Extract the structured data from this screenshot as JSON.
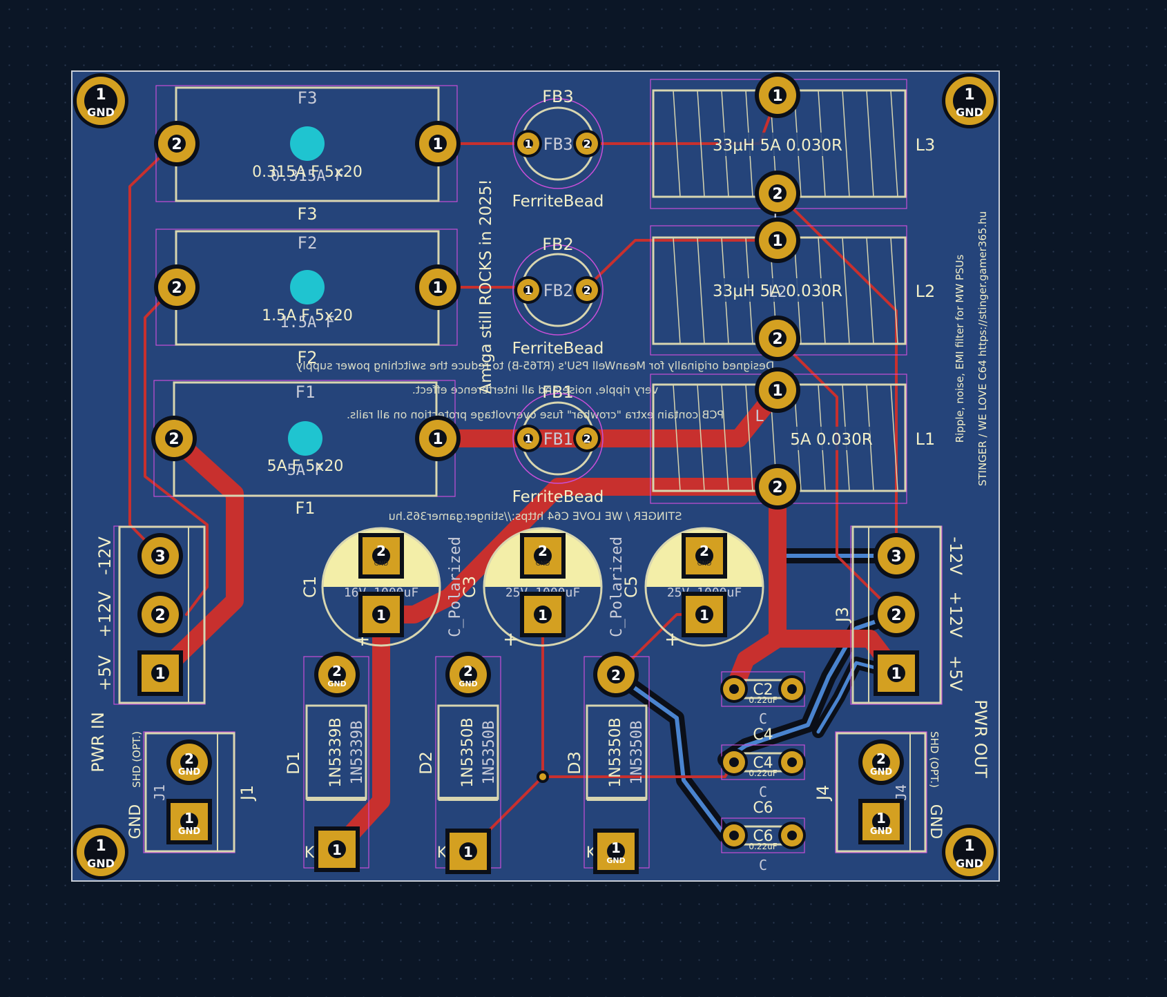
{
  "colors": {
    "background": "#0b1626",
    "board": "#25447a",
    "copper_top": "#c8302e",
    "copper_bottom": "#4a84cf",
    "pad": "#d4a021",
    "silkscreen": "#f2efc8",
    "courtyard": "#c84fd8",
    "capacitor_body": "#f3eea8",
    "fuse_hole": "#1fc4d0"
  },
  "fuses": [
    {
      "ref": "F3",
      "value": "0.315A F 5x20",
      "fab_value": "0.315A F",
      "pin1": "1",
      "pin2": "2"
    },
    {
      "ref": "F2",
      "value": "1.5A F 5x20",
      "fab_value": "1.5A F",
      "pin1": "1",
      "pin2": "2"
    },
    {
      "ref": "F1",
      "value": "5A F 5x20",
      "fab_value": "5A F",
      "pin1": "1",
      "pin2": "2"
    }
  ],
  "ferrite_beads": [
    {
      "ref": "FB3",
      "value": "FerriteBead",
      "pin1": "1",
      "pin2": "2"
    },
    {
      "ref": "FB2",
      "value": "FerriteBead",
      "pin1": "1",
      "pin2": "2"
    },
    {
      "ref": "FB1",
      "value": "FerriteBead",
      "pin1": "1",
      "pin2": "2"
    }
  ],
  "inductors": [
    {
      "ref": "L3",
      "value": "33µH 5A 0.030R",
      "fab_ref": "L",
      "pin1": "1",
      "pin2": "2"
    },
    {
      "ref": "L2",
      "value": "33µH 5A 0.030R",
      "fab_ref": "L2",
      "pin1": "1",
      "pin2": "2"
    },
    {
      "ref": "L1",
      "value": "5A 0.030R",
      "fab_ref": "L",
      "pin1": "1",
      "pin2": "2"
    }
  ],
  "capacitors": [
    {
      "ref": "C1",
      "value": "16V 1000uF",
      "footprint": "C_Polarized",
      "plus": "+",
      "pin1": "1",
      "pin2": "2",
      "pin2_net": "GND"
    },
    {
      "ref": "C3",
      "value": "25V 1000uF",
      "footprint": "C_Polarized",
      "plus": "+",
      "pin1": "1",
      "pin2": "2",
      "pin2_net": "GND"
    },
    {
      "ref": "C5",
      "value": "25V 1000uF",
      "footprint": "C_Polarized",
      "plus": "+",
      "pin1": "1",
      "pin2": "2",
      "pin2_net": "GND"
    }
  ],
  "small_caps": [
    {
      "ref": "C2",
      "value": "0.22uF",
      "fab": "C"
    },
    {
      "ref": "C4",
      "value": "0.22uF",
      "fab": "C"
    },
    {
      "ref": "C6",
      "value": "0.22uF",
      "fab": "C"
    }
  ],
  "diodes": [
    {
      "ref": "D1",
      "value": "1N5339B",
      "cathode": "K",
      "pin1": "1",
      "pin2": "2",
      "pin2_net": "GND"
    },
    {
      "ref": "D2",
      "value": "1N5350B",
      "cathode": "K",
      "pin1": "1",
      "pin2": "2",
      "pin2_net": "GND"
    },
    {
      "ref": "D3",
      "value": "1N5350B",
      "cathode": "K",
      "pin1": "1",
      "pin2": "2",
      "pin1_net": "GND"
    }
  ],
  "connectors": {
    "J2": {
      "title": "PWR IN",
      "labels": [
        "+5V",
        "+12V",
        "-12V"
      ],
      "pins": [
        "1",
        "2",
        "3"
      ]
    },
    "J3": {
      "ref": "J3",
      "title": "PWR OUT",
      "labels": [
        "-12V",
        "+12V",
        "+5V"
      ],
      "pins": [
        "3",
        "2",
        "1"
      ]
    },
    "J1": {
      "ref": "J1",
      "side_labels": [
        "GND",
        "SHD (OPT.)"
      ],
      "pins": [
        "2",
        "1"
      ],
      "pin_net": "GND"
    },
    "J4": {
      "ref": "J4",
      "side_labels": [
        "SHD (OPT.)",
        "GND"
      ],
      "pins": [
        "2",
        "1"
      ],
      "pin_net": "GND"
    }
  },
  "mounting_holes": {
    "pin": "1",
    "net": "GND"
  },
  "texts": {
    "slogan": "Amiga still ROCKS in 2025!",
    "side_note_1": "Ripple, noise, EMI filter for MW PSUs",
    "side_note_2": "STINGER / WE LOVE C64 https://stinger.gamer365.hu",
    "back_line_1": "Designed originally for MeanWell PSU's (RT65-B) to reduce the switching power supply",
    "back_line_2": "very ripple, noise and all interference effect.",
    "back_line_3": "PCB contain extra \"crowbar\" fuse overvoltage protection on all rails.",
    "back_line_4": "STINGER / WE LOVE C64 https://stinger.gamer365.hu"
  }
}
